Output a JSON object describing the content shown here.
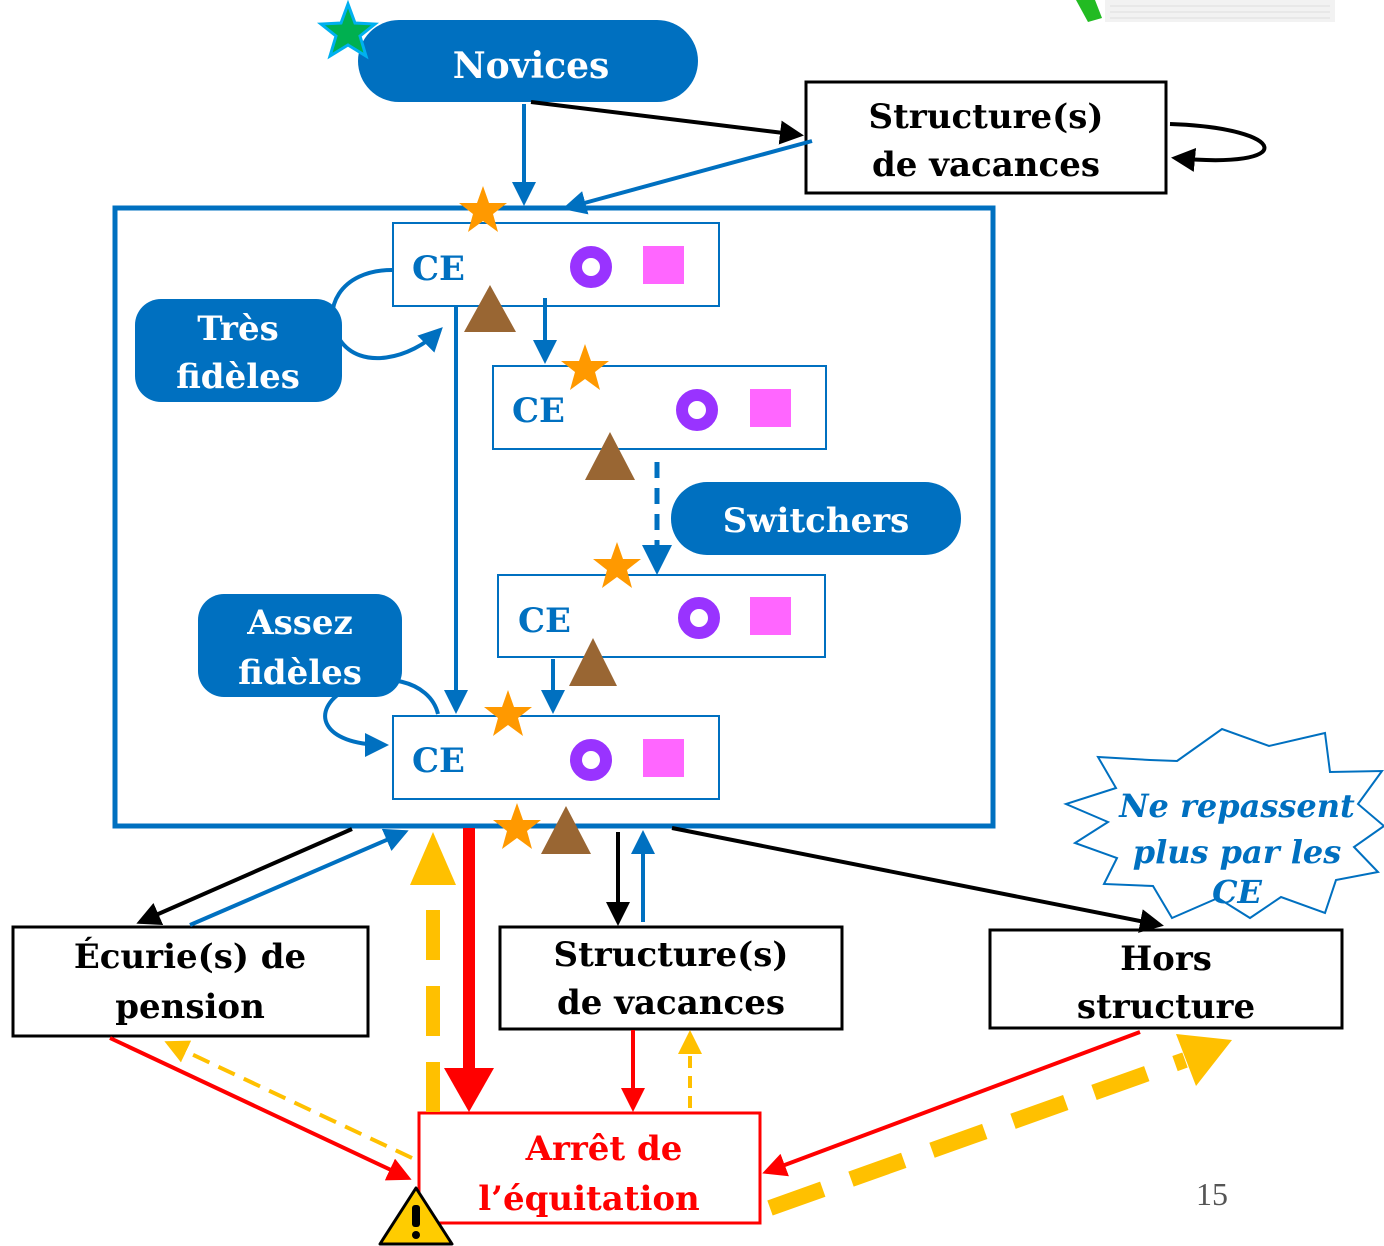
{
  "nodes": {
    "novices": "Novices",
    "structure_top": [
      "Structure(s)",
      "de vacances"
    ],
    "tres_fideles": [
      "Très",
      "fidèles"
    ],
    "switchers": "Switchers",
    "assez_fideles": [
      "Assez",
      "fidèles"
    ],
    "ce_label": "CE",
    "ecurie": [
      "Écurie(s) de",
      "pension"
    ],
    "structure_bottom": [
      "Structure(s)",
      "de vacances"
    ],
    "hors": [
      "Hors",
      "structure"
    ],
    "arret": [
      "Arrêt de",
      "l’équitation"
    ],
    "burst": [
      "Ne repassent",
      "plus par les",
      "CE"
    ]
  },
  "page_number": "15",
  "colors": {
    "blue": "#0070C0",
    "red": "#FF0000",
    "yellow": "#FFC000",
    "black": "#000000",
    "purple": "#9933FF",
    "pink": "#FF66FF",
    "brown": "#996633",
    "orange_star": "#FF9900",
    "teal_star": "#00B0A0"
  }
}
